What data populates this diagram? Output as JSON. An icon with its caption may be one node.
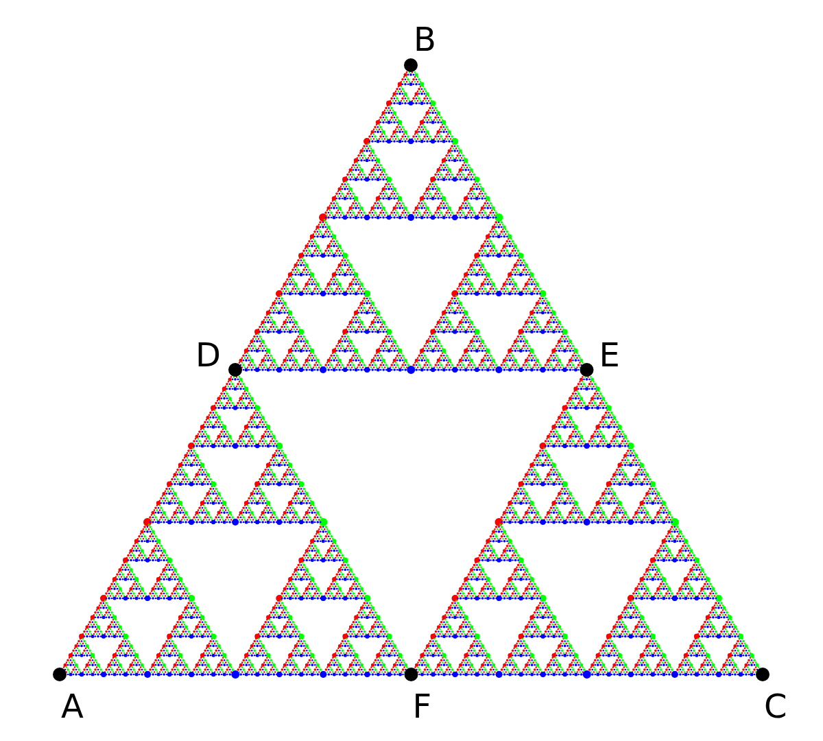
{
  "diagram": {
    "labels": [
      "B",
      "D",
      "E",
      "A",
      "F",
      "C"
    ]
  }
}
